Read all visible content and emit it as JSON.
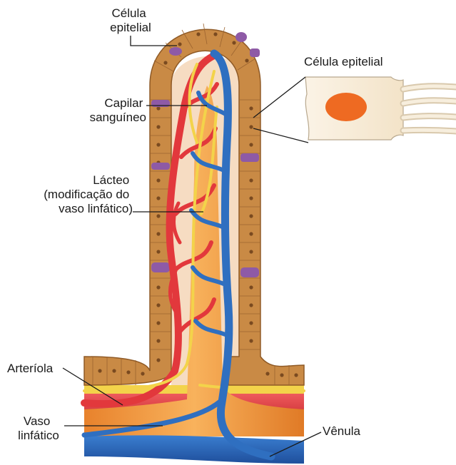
{
  "labels": {
    "celula_epitelial_top": [
      "Célula",
      "epitelial"
    ],
    "capilar": [
      "Capilar",
      "sanguíneo"
    ],
    "lacteo": [
      "Lácteo",
      "(modificação do",
      "vaso linfático)"
    ],
    "arteriola": "Arteríola",
    "vaso_linfatico": [
      "Vaso",
      "linfático"
    ],
    "venula": "Vênula",
    "celula_epitelial_zoom": "Célula epitelial"
  },
  "colors": {
    "epithelium": "#c98a45",
    "epithelium_dark": "#a5672c",
    "goblet": "#8e5aa6",
    "arterial": "#e2383c",
    "venous": "#2f6fc0",
    "lymph": "#f29a3c",
    "nerve": "#f3d34a",
    "nucleus": "#ee6a22"
  }
}
